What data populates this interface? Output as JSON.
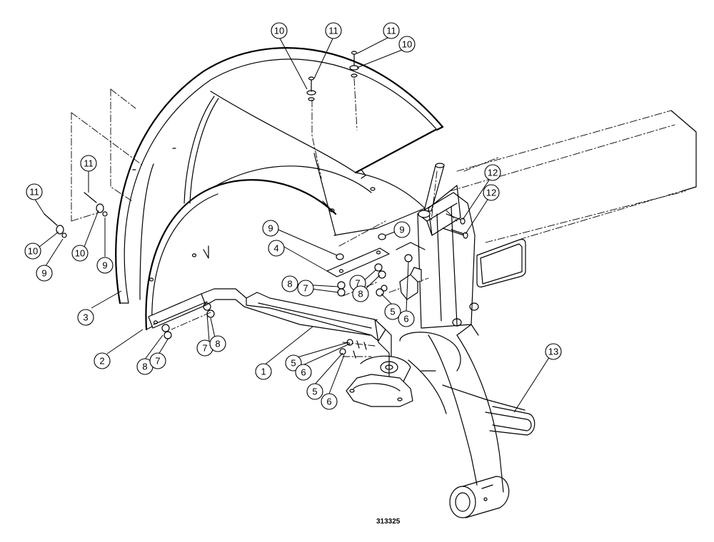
{
  "drawing_number": "313325",
  "callouts": [
    {
      "label": "10"
    },
    {
      "label": "11"
    },
    {
      "label": "11"
    },
    {
      "label": "10"
    },
    {
      "label": "11"
    },
    {
      "label": "11"
    },
    {
      "label": "10"
    },
    {
      "label": "10"
    },
    {
      "label": "9"
    },
    {
      "label": "9"
    },
    {
      "label": "3"
    },
    {
      "label": "2"
    },
    {
      "label": "8"
    },
    {
      "label": "7"
    },
    {
      "label": "7"
    },
    {
      "label": "8"
    },
    {
      "label": "1"
    },
    {
      "label": "9"
    },
    {
      "label": "9"
    },
    {
      "label": "4"
    },
    {
      "label": "8"
    },
    {
      "label": "7"
    },
    {
      "label": "7"
    },
    {
      "label": "8"
    },
    {
      "label": "5"
    },
    {
      "label": "6"
    },
    {
      "label": "5"
    },
    {
      "label": "6"
    },
    {
      "label": "5"
    },
    {
      "label": "6"
    },
    {
      "label": "12"
    },
    {
      "label": "12"
    },
    {
      "label": "13"
    }
  ]
}
